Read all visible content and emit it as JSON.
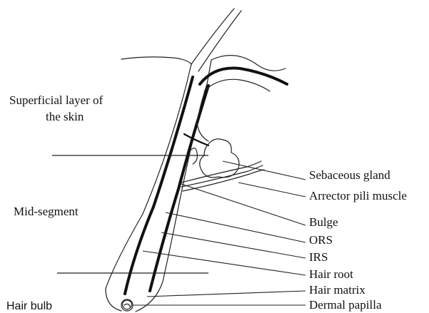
{
  "regions": {
    "superficial_line1": "Superficial layer of",
    "superficial_line2": "the skin",
    "mid_segment": "Mid-segment",
    "hair_bulb": "Hair bulb"
  },
  "labels": {
    "sebaceous_gland": "Sebaceous gland",
    "arrector_pili_muscle": "Arrector pili muscle",
    "bulge": "Bulge",
    "ors": "ORS",
    "irs": "IRS",
    "hair_root": "Hair root",
    "hair_matrix": "Hair matrix",
    "dermal_papilla": "Dermal papilla"
  }
}
